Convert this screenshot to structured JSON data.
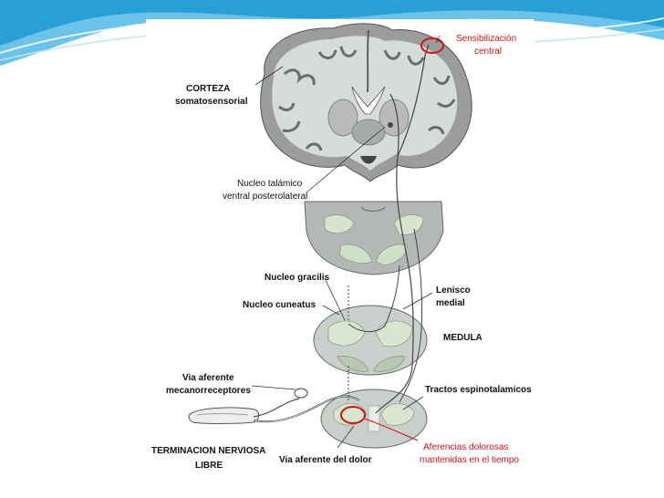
{
  "labels": {
    "corteza": "CORTEZA",
    "somatosensorial": "somatosensorial",
    "sensibilizacion_1": "Sensibilización",
    "sensibilizacion_2": "central",
    "nucleo_talamico_1": "Nucleo talámico",
    "nucleo_talamico_2": "ventral posterolateral",
    "nucleo_gracilis": "Nucleo gracilis",
    "nucleo_cuneatus": "Nucleo cuneatus",
    "lemnisco_1": "Lenisco",
    "lemnisco_2": "medial",
    "medula": "MEDULA",
    "via_aferente_1": "Via aferente",
    "via_aferente_2": "mecanorreceptores",
    "tractos": "Tractos espinotalamicos",
    "terminacion_1": "TERMINACION NERVIOSA",
    "terminacion_2": "LIBRE",
    "via_dolor": "Via aferente del dolor",
    "aferencias_1": "Aferencias dolorosas",
    "aferencias_2": "mantenidas en el tiempo"
  },
  "colors": {
    "highlight_circle": "#d0141b",
    "header_wave": "#2a9fd6",
    "tissue_gray": "#a9aeaa",
    "tissue_green": "#cfe0c8"
  }
}
